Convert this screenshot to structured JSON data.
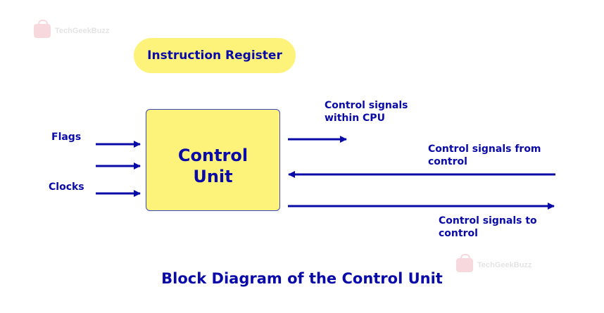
{
  "watermark": {
    "text": "TechGeekBuzz"
  },
  "instruction_register": {
    "label": "Instruction Register"
  },
  "control_unit": {
    "line1": "Control",
    "line2": "Unit"
  },
  "inputs": {
    "flags": "Flags",
    "clocks": "Clocks"
  },
  "outputs": {
    "within_cpu": {
      "line1": "Control signals",
      "line2": "within CPU"
    },
    "from_control": {
      "line1": "Control signals from",
      "line2": "control"
    },
    "to_control": {
      "line1": "Control signals to",
      "line2": "control"
    }
  },
  "caption": "Block Diagram of the Control Unit",
  "colors": {
    "text_blue": "#0a0aa8",
    "box_fill": "#fdf37b",
    "arrow": "#0a0aa8"
  }
}
